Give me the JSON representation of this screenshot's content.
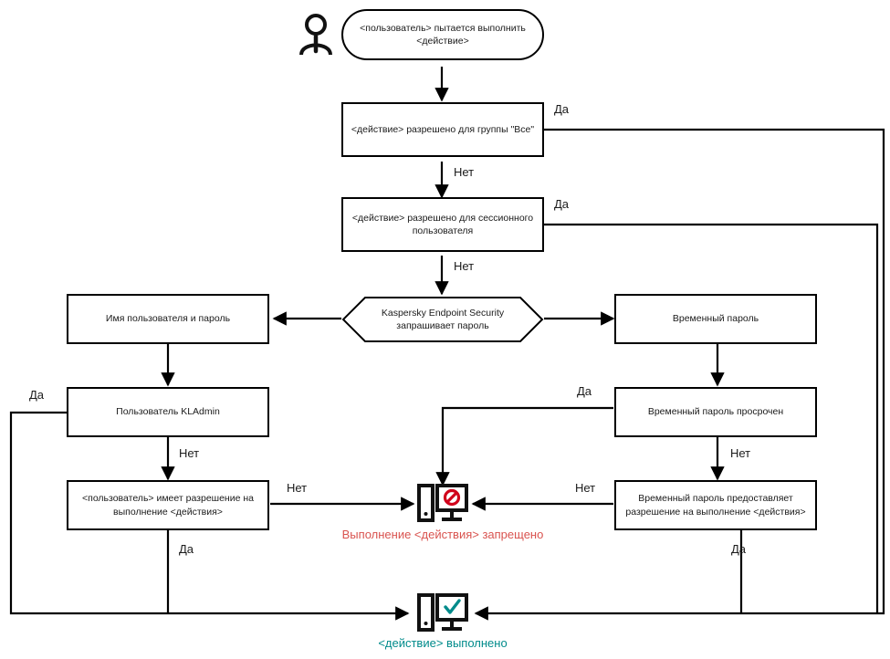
{
  "diagram": {
    "title": "Kaspersky Endpoint Security password check flowchart",
    "colors": {
      "stroke": "#000000",
      "text": "#1a1a1a",
      "denied": "#d9534f",
      "denied_icon": "#d0021b",
      "allowed": "#008b8b",
      "background": "#ffffff"
    },
    "nodes": {
      "start": "<пользователь> пытается выполнить <действие>",
      "allowed_for_everyone": "<действие> разрешено для группы \"Все\"",
      "allowed_for_session_user": "<действие> разрешено для сессионного пользователя",
      "kes_asks_password": "Kaspersky Endpoint Security запрашивает пароль",
      "username_and_password": "Имя пользователя и пароль",
      "temporary_password": "Временный пароль",
      "user_kladmin": "Пользователь KLAdmin",
      "temporary_password_expired": "Временный пароль просрочен",
      "user_has_permission": "<пользователь> имеет разрешение на выполнение <действия>",
      "temp_password_grants_permission": "Временный пароль предоставляет разрешение на выполнение <действия>"
    },
    "edge_labels": {
      "yes": "Да",
      "no": "Нет"
    },
    "outcomes": {
      "denied": "Выполнение <действия> запрещено",
      "allowed": "<действие> выполнено"
    },
    "icons": {
      "actor": "person-icon",
      "denied": "computer-denied-icon",
      "allowed": "computer-allowed-icon"
    }
  }
}
